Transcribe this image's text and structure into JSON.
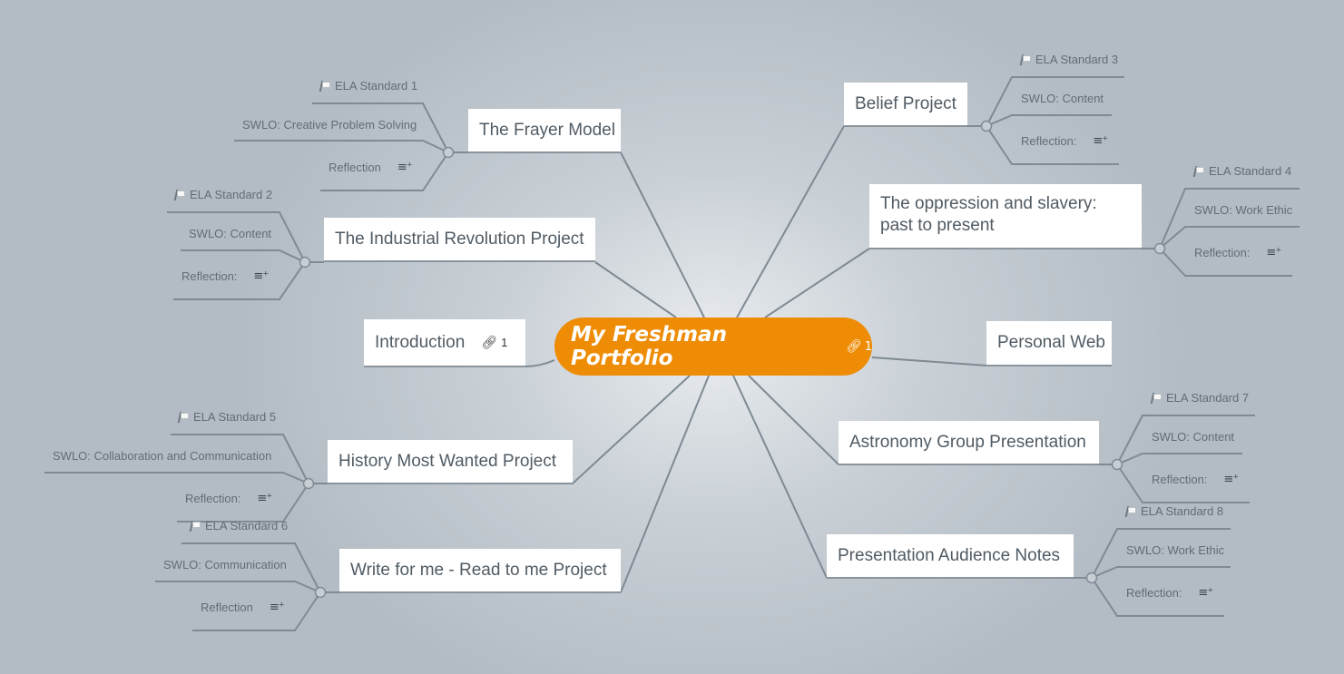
{
  "central": {
    "title": "My Freshman Portfolio",
    "link_count": "1"
  },
  "topics": {
    "frayer": "The Frayer Model",
    "industrial": "The Industrial Revolution Project",
    "introduction": "Introduction",
    "introduction_link_count": "1",
    "history": "History Most Wanted Project",
    "write": "Write for me - Read to me Project",
    "belief": "Belief Project",
    "oppression": "The oppression and slavery: past to present",
    "personal_web": "Personal Web",
    "astronomy": "Astronomy Group Presentation",
    "presentation_notes": "Presentation Audience Notes"
  },
  "subtopics": {
    "frayer": [
      "ELA Standard 1",
      "SWLO: Creative Problem Solving",
      "Reflection"
    ],
    "industrial": [
      "ELA Standard 2",
      "SWLO: Content",
      "Reflection:"
    ],
    "history": [
      "ELA Standard 5",
      "SWLO:  Collaboration and Communication",
      "Reflection:"
    ],
    "write": [
      "ELA Standard 6",
      "SWLO: Communication",
      "Reflection"
    ],
    "belief": [
      "ELA Standard 3",
      "SWLO: Content",
      "Reflection:"
    ],
    "oppression": [
      "ELA Standard 4",
      "SWLO: Work Ethic",
      "Reflection:"
    ],
    "astronomy": [
      "ELA Standard 7",
      "SWLO: Content",
      "Reflection:"
    ],
    "presentation_notes": [
      "ELA Standard 8",
      "SWLO: Work Ethic",
      "Reflection:"
    ]
  },
  "icons": {
    "flag": "flag-icon",
    "notes": "notes-icon",
    "link": "link-icon"
  },
  "colors": {
    "central": "#ee8c05",
    "background": "#b3bcc4",
    "connector": "#7f8a93"
  }
}
